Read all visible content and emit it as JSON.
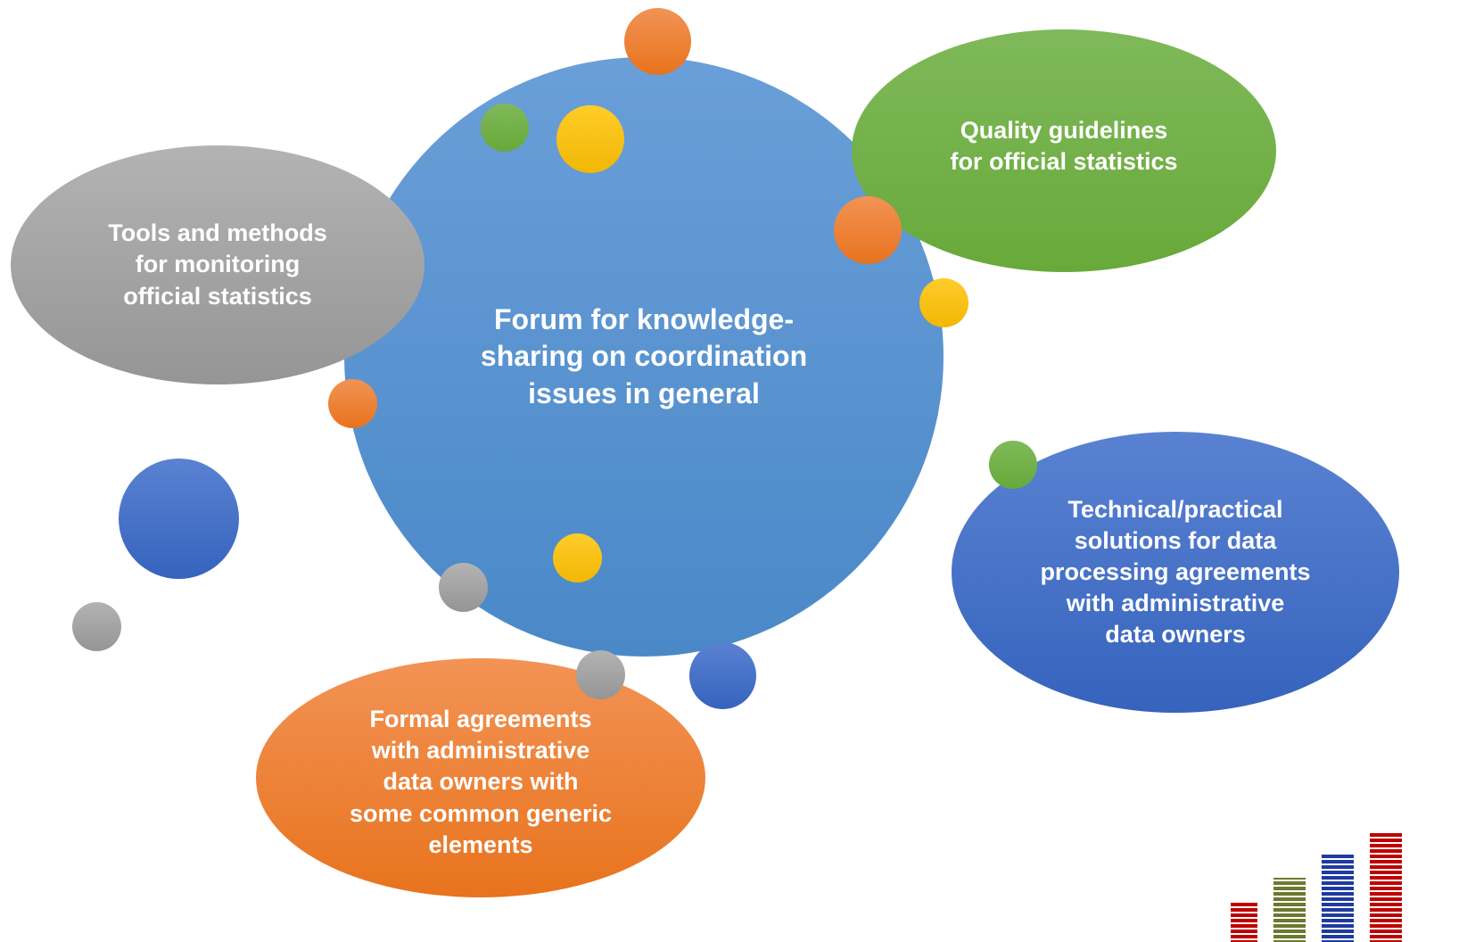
{
  "center": {
    "text": "Forum for knowledge-\nsharing on coordination\nissues in general"
  },
  "nodes": {
    "quality": {
      "text": "Quality guidelines\nfor official statistics"
    },
    "tools": {
      "text": "Tools and methods\nfor monitoring\nofficial statistics"
    },
    "technical": {
      "text": "Technical/practical\nsolutions for data\nprocessing agreements\nwith administrative\ndata owners"
    },
    "formal": {
      "text": "Formal agreements\nwith administrative\ndata owners with\nsome common generic\nelements"
    }
  },
  "colors": {
    "green": "#70ad47",
    "grey": "#a5a5a5",
    "blue": "#5b9bd5",
    "dark_blue": "#4472c4",
    "orange": "#ed7d31",
    "yellow": "#ffc000",
    "logo_red": "#c00000",
    "logo_olive": "#6b7a2e",
    "logo_navy": "#1f3aa0"
  }
}
